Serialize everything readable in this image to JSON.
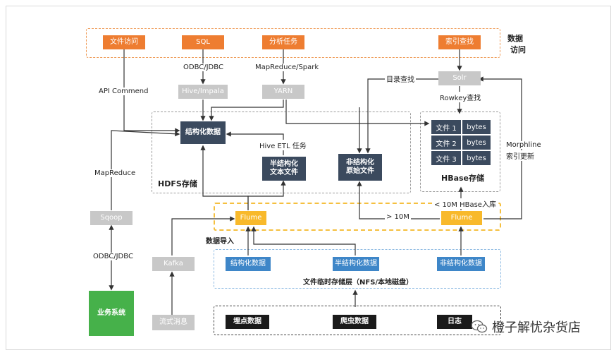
{
  "access": {
    "file_access": "文件访问",
    "sql": "SQL",
    "analysis": "分析任务",
    "index_search": "索引查找",
    "region_label_1": "数据",
    "region_label_2": "访问"
  },
  "middle": {
    "odbc_jdbc_top": "ODBC/JDBC",
    "mapreduce_spark": "MapReduce/Spark",
    "hive_impala": "Hive/Impala",
    "yarn": "YARN",
    "api_commend": "API Commend",
    "solr": "Solr",
    "dir_lookup": "目录查找",
    "rowkey_lookup": "Rowkey查找"
  },
  "hdfs": {
    "label": "HDFS存储",
    "structured": "结构化数据",
    "hive_etl": "Hive ETL 任务",
    "semi_1": "半结构化",
    "semi_2": "文本文件",
    "unstructured_1": "非结构化",
    "unstructured_2": "原始文件"
  },
  "hbase": {
    "label": "HBase存储",
    "rows": [
      {
        "file": "文件 1",
        "val": "bytes"
      },
      {
        "file": "文件 2",
        "val": "bytes"
      },
      {
        "file": "文件 3",
        "val": "bytes"
      }
    ],
    "lt10m": "< 10M HBase入库",
    "morphline_1": "Morphline",
    "morphline_2": "索引更新"
  },
  "ingest": {
    "mapreduce": "MapReduce",
    "sqoop": "Sqoop",
    "odbc_jdbc_bottom": "ODBC/JDBC",
    "kafka": "Kafka",
    "flume_left": "Flume",
    "flume_right": "Flume",
    "gt10m": "> 10M",
    "data_import": "数据导入"
  },
  "temp": {
    "structured": "结构化数据",
    "semi": "半结构化数据",
    "unstructured": "非结构化数据",
    "label": "文件临时存储层（NFS/本地磁盘）"
  },
  "sources": {
    "business": "业务系统",
    "stream": "流式消息",
    "tracking": "埋点数据",
    "crawler": "爬虫数据",
    "log": "日志"
  },
  "watermark": {
    "text": "橙子解忧杂货店"
  }
}
